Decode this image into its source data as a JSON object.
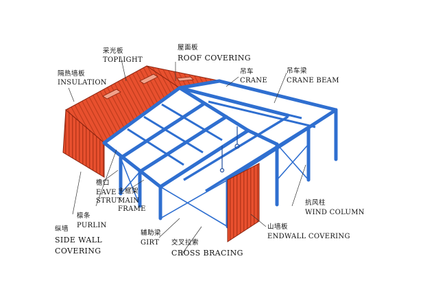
{
  "labels": {
    "toplight_zh": "采光板",
    "toplight_en": "TOPLIGHT",
    "roof_zh": "屋面板",
    "roof_en": "ROOF COVERING",
    "insulation_zh": "隔热墙板",
    "insulation_en": "INSULATION",
    "crane_zh": "吊车",
    "crane_en": "CRANE",
    "crane_beam_zh": "吊车梁",
    "crane_beam_en": "CRANE BEAM",
    "eave_zh": "檐口",
    "eave_en_1": "EAVE",
    "eave_en_2": "STRUT",
    "main_frame_zh": "主框架",
    "main_frame_en_1": "MAIN",
    "main_frame_en_2": "FRAME",
    "purlin_zh": "檩条",
    "purlin_en": "PURLIN",
    "side_wall_zh": "纵墙",
    "side_wall_en_1": "SIDE WALL",
    "side_wall_en_2": "COVERING",
    "girt_zh": "辅助梁",
    "girt_en": "GIRT",
    "cross_zh": "交叉拉索",
    "cross_en": "CROSS BRACING",
    "wind_zh": "抗风柱",
    "wind_en": "WIND COLUMN",
    "endwall_zh": "山墙板",
    "endwall_en": "ENDWALL COVERING"
  },
  "colors": {
    "steel": "#2f6fd0",
    "steel_edge": "#18408a",
    "panel": "#e8502e",
    "panel_dark": "#c53a1d",
    "panel_edge": "#8a2410",
    "toplight": "#f1a28a",
    "leader": "#333333"
  }
}
